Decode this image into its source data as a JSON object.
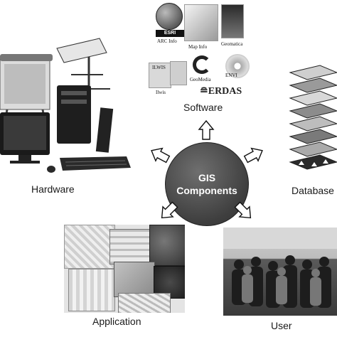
{
  "diagram": {
    "hub": {
      "line1": "GIS",
      "line2": "Components"
    },
    "hardware": {
      "label": "Hardware"
    },
    "software": {
      "label": "Software",
      "logos": [
        "ESRI",
        "ARC Info",
        "Map Info",
        "Geomatica",
        "GeoMedia",
        "ENVI",
        "Ilwis",
        "ERDAS",
        "ILWIS"
      ]
    },
    "database": {
      "label": "Database"
    },
    "application": {
      "label": "Application"
    },
    "user": {
      "label": "User"
    }
  }
}
